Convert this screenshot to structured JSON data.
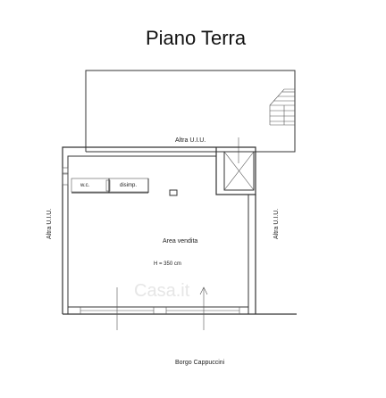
{
  "title": "Piano Terra",
  "labels": {
    "other_unit_top": "Altra U.I.U.",
    "other_unit_left": "Altra U.I.U.",
    "other_unit_right": "Altra U.I.U.",
    "wc": "w.c.",
    "disimp": "disimp.",
    "sales_area": "Area vendita",
    "height": "H = 350 cm",
    "street": "Borgo Cappuccini"
  },
  "watermark": "Casa.it"
}
